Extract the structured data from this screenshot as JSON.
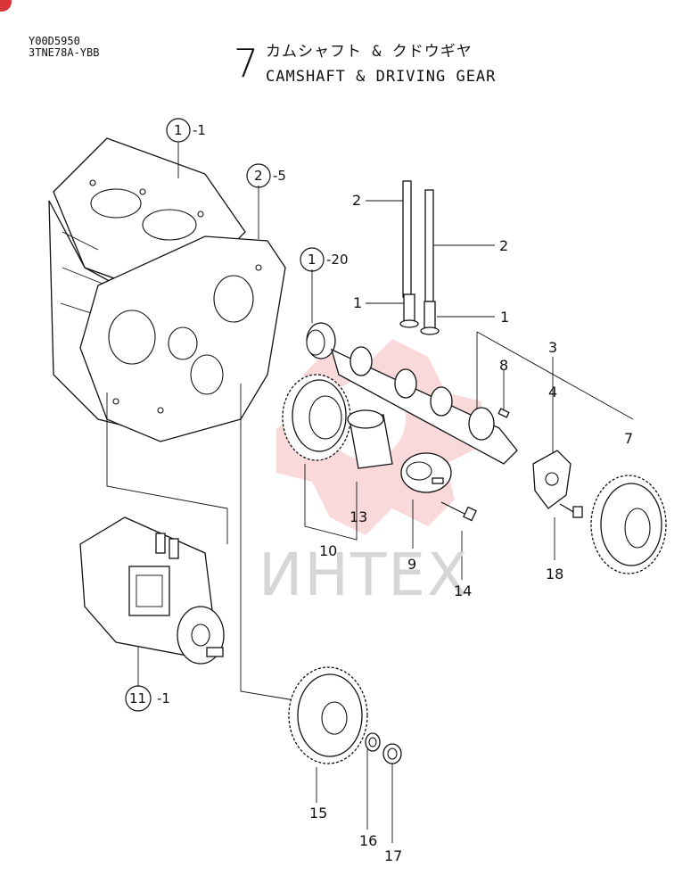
{
  "header": {
    "code": "Y00D5950",
    "model": "3TNE78A-YBB",
    "section_number": "7",
    "title_jp": "カムシャフト & クドウギヤ",
    "title_en": "CAMSHAFT & DRIVING GEAR"
  },
  "watermark": "ИНТЕХ",
  "callouts": {
    "c1": {
      "circle": "1",
      "suffix": "-1"
    },
    "c2": {
      "circle": "2",
      "suffix": "-5"
    },
    "c3": {
      "circle": "1",
      "suffix": "-20"
    },
    "c4": {
      "circle": "11",
      "suffix": "-1"
    }
  },
  "labels": {
    "p2a": "2",
    "p2b": "2",
    "p1a": "1",
    "p1b": "1",
    "p3": "3",
    "p4": "4",
    "p7": "7",
    "p8": "8",
    "p9": "9",
    "p10": "10",
    "p13": "13",
    "p14": "14",
    "p15": "15",
    "p16": "16",
    "p17": "17",
    "p18": "18"
  },
  "colors": {
    "ink": "#111111",
    "watermark": "#d6d6d6",
    "badge": "#d9353a"
  }
}
